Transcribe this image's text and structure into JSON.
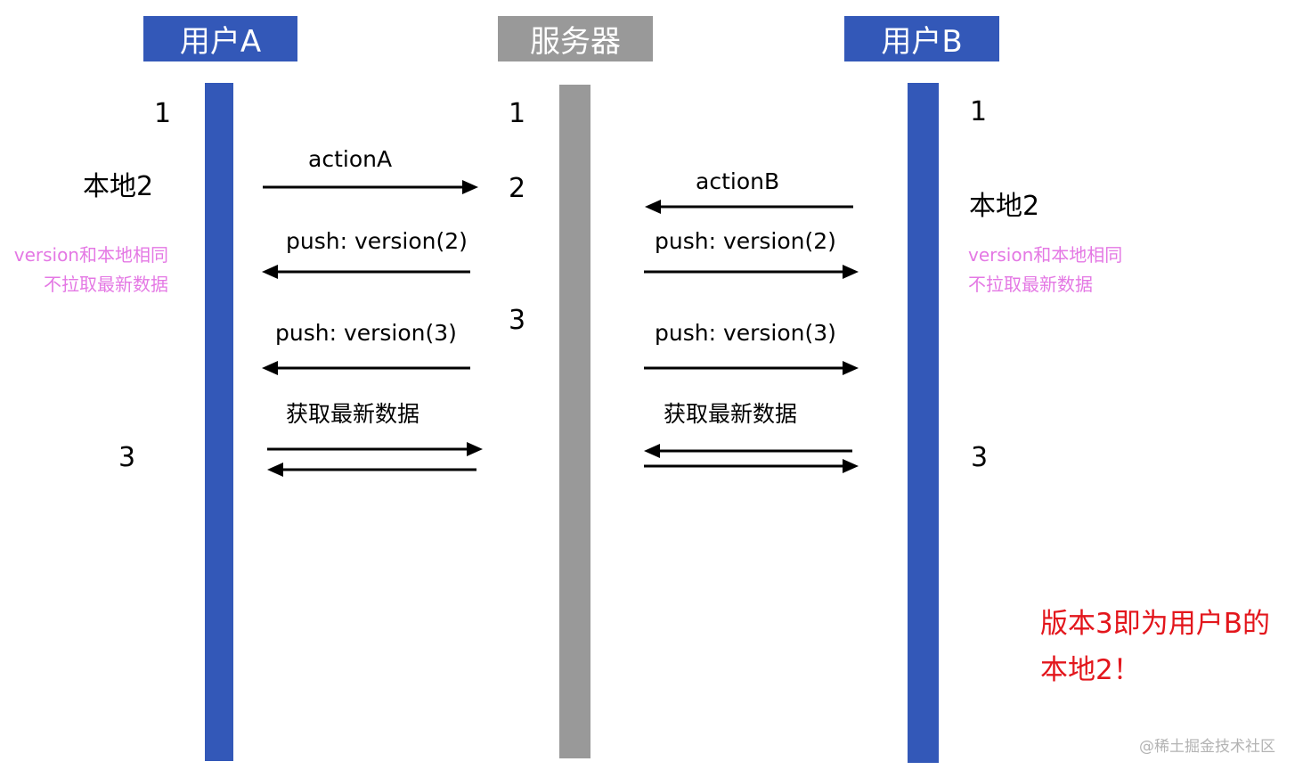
{
  "colors": {
    "user_lane": "#3358b8",
    "server_lane": "#999999",
    "note": "#e478e4",
    "conclusion": "#e3161c",
    "watermark": "#b3b3b3",
    "arrow": "#000000"
  },
  "headers": {
    "user_a": "用户A",
    "server": "服务器",
    "user_b": "用户B"
  },
  "user_a": {
    "version_1": "1",
    "local_2": "本地2",
    "note_line1": "version和本地相同",
    "note_line2": "不拉取最新数据",
    "version_3": "3"
  },
  "server": {
    "version_1": "1",
    "version_2": "2",
    "version_3": "3"
  },
  "user_b": {
    "version_1": "1",
    "local_2": "本地2",
    "note_line1": "version和本地相同",
    "note_line2": "不拉取最新数据",
    "version_3": "3"
  },
  "messages": {
    "action_a": "actionA",
    "action_b": "actionB",
    "push_v2_to_a": "push: version(2)",
    "push_v2_to_b": "push: version(2)",
    "push_v3_to_a": "push: version(3)",
    "push_v3_to_b": "push: version(3)",
    "fetch_latest_a": "获取最新数据",
    "fetch_latest_b": "获取最新数据"
  },
  "conclusion": {
    "line1": "版本3即为用户B的",
    "line2": "本地2！"
  },
  "watermark": "@稀土掘金技术社区"
}
